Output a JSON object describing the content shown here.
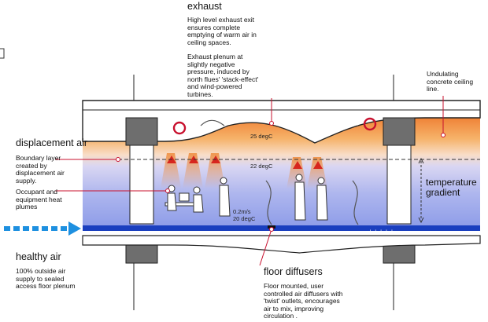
{
  "headings": {
    "exhaust": "exhaust",
    "displacement_air": "displacement air",
    "healthy_air": "healthy air",
    "floor_diffusers": "floor diffusers",
    "temperature_gradient": "temperature\ngradient"
  },
  "notes": {
    "exhaust_exit": "High level exhaust exit\nensures complete\nemptying of warm air in\nceiling spaces.",
    "exhaust_plenum": "Exhaust plenum at\nslightly negative\npressure, induced by\nnorth flues' 'stack-effect'\nand wind-powered\nturbines.",
    "undulating_ceiling": "Undulating\nconcrete ceiling\nline.",
    "boundary_layer": "Boundary layer\ncreated by\ndisplacement air\nsupply.",
    "occupant_heat": "Occupant and\nequipment heat\nplumes",
    "outside_air": "100% outside air\nsupply to sealed\naccess floor plenum",
    "floor_mounted": "Floor mounted, user\ncontrolled air diffusers with\n'twist' outlets, encourages\nair to mix, improving\ncirculation ."
  },
  "section_labels": {
    "temp_ceiling": "25 degC",
    "temp_mid": "22 degC",
    "velocity": "0.2m/s",
    "temp_floor": "20 degC"
  },
  "colors": {
    "warm": "#e8742a",
    "cool": "#8fa0e8",
    "floor_blue": "#1a3fbf",
    "leader_red": "#c8102e",
    "arrow_blue": "#1e90e0",
    "structure_grey": "#6e6e6e"
  }
}
